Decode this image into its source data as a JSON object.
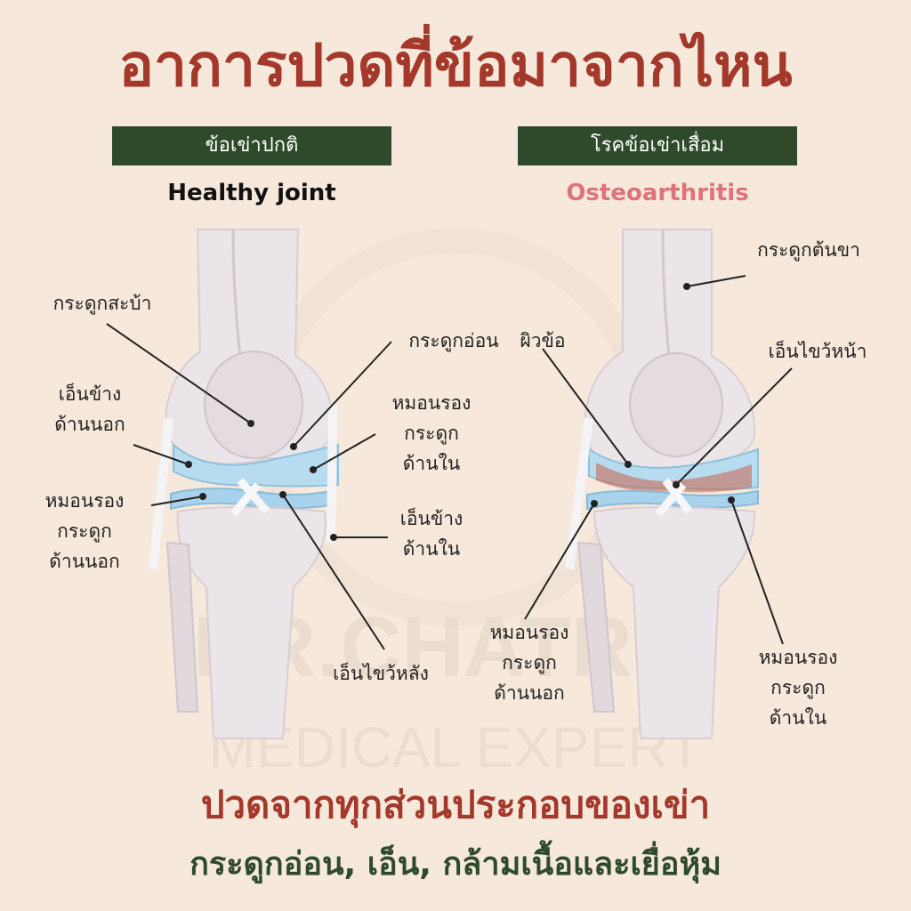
{
  "title": "อาการปวดที่ข้อมาจากไหน",
  "left": {
    "header": "ข้อเข่าปกติ",
    "subtitle": "Healthy joint",
    "labels": {
      "patella": "กระดูกสะบ้า",
      "lateral_ligament_1": "เอ็นข้าง",
      "lateral_ligament_2": "ด้านนอก",
      "lateral_meniscus_1": "หมอนรอง",
      "lateral_meniscus_2": "กระดูก",
      "lateral_meniscus_3": "ด้านนอก",
      "cartilage": "กระดูกอ่อน",
      "medial_meniscus_1": "หมอนรอง",
      "medial_meniscus_2": "กระดูก",
      "medial_meniscus_3": "ด้านใน",
      "medial_ligament_1": "เอ็นข้าง",
      "medial_ligament_2": "ด้านใน",
      "pcl": "เอ็นไขว้หลัง"
    }
  },
  "right": {
    "header": "โรคข้อเข่าเสื่อม",
    "subtitle": "Osteoarthritis",
    "labels": {
      "femur": "กระดูกต้นขา",
      "joint_surface": "ผิวข้อ",
      "acl": "เอ็นไขว้หน้า",
      "lateral_meniscus_1": "หมอนรอง",
      "lateral_meniscus_2": "กระดูก",
      "lateral_meniscus_3": "ด้านนอก",
      "medial_meniscus_1": "หมอนรอง",
      "medial_meniscus_2": "กระดูก",
      "medial_meniscus_3": "ด้านใน"
    }
  },
  "watermark": {
    "line1": "DR.CHATRIN",
    "line2": "MEDICAL EXPERT"
  },
  "bottom": {
    "line1": "ปวดจากทุกส่วนประกอบของเข่า",
    "line2": "กระดูกอ่อน, เอ็น, กล้ามเนื้อและเยื่อหุ้ม"
  },
  "colors": {
    "background": "#f6e9dc",
    "title": "#a3382b",
    "header_bar": "#2e4a2a",
    "osteo_subtitle": "#e0727a",
    "cartilage_blue": "#b7dcef",
    "bone": "#e9e2e6"
  }
}
